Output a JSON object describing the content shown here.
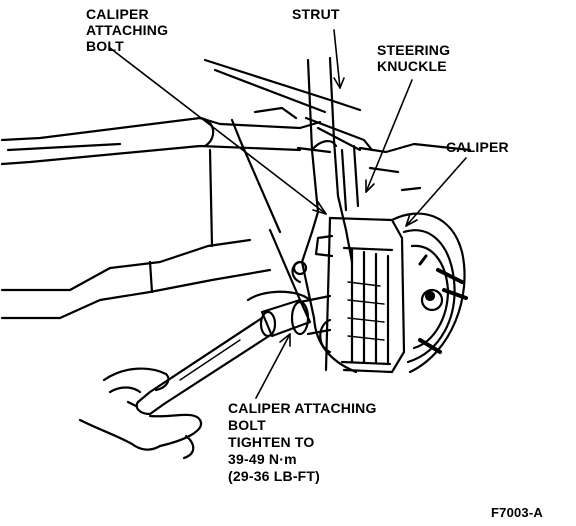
{
  "labels": {
    "caliper_attaching_bolt_top": [
      "CALIPER",
      "ATTACHING",
      "BOLT"
    ],
    "strut": "STRUT",
    "steering_knuckle": [
      "STEERING",
      "KNUCKLE"
    ],
    "caliper": "CALIPER",
    "caliper_attaching_bolt_bottom": [
      "CALIPER ATTACHING",
      "BOLT",
      "TIGHTEN TO",
      "39-49 N·m",
      "(29-36 LB-FT)"
    ],
    "figure_code": "F7003-A"
  }
}
